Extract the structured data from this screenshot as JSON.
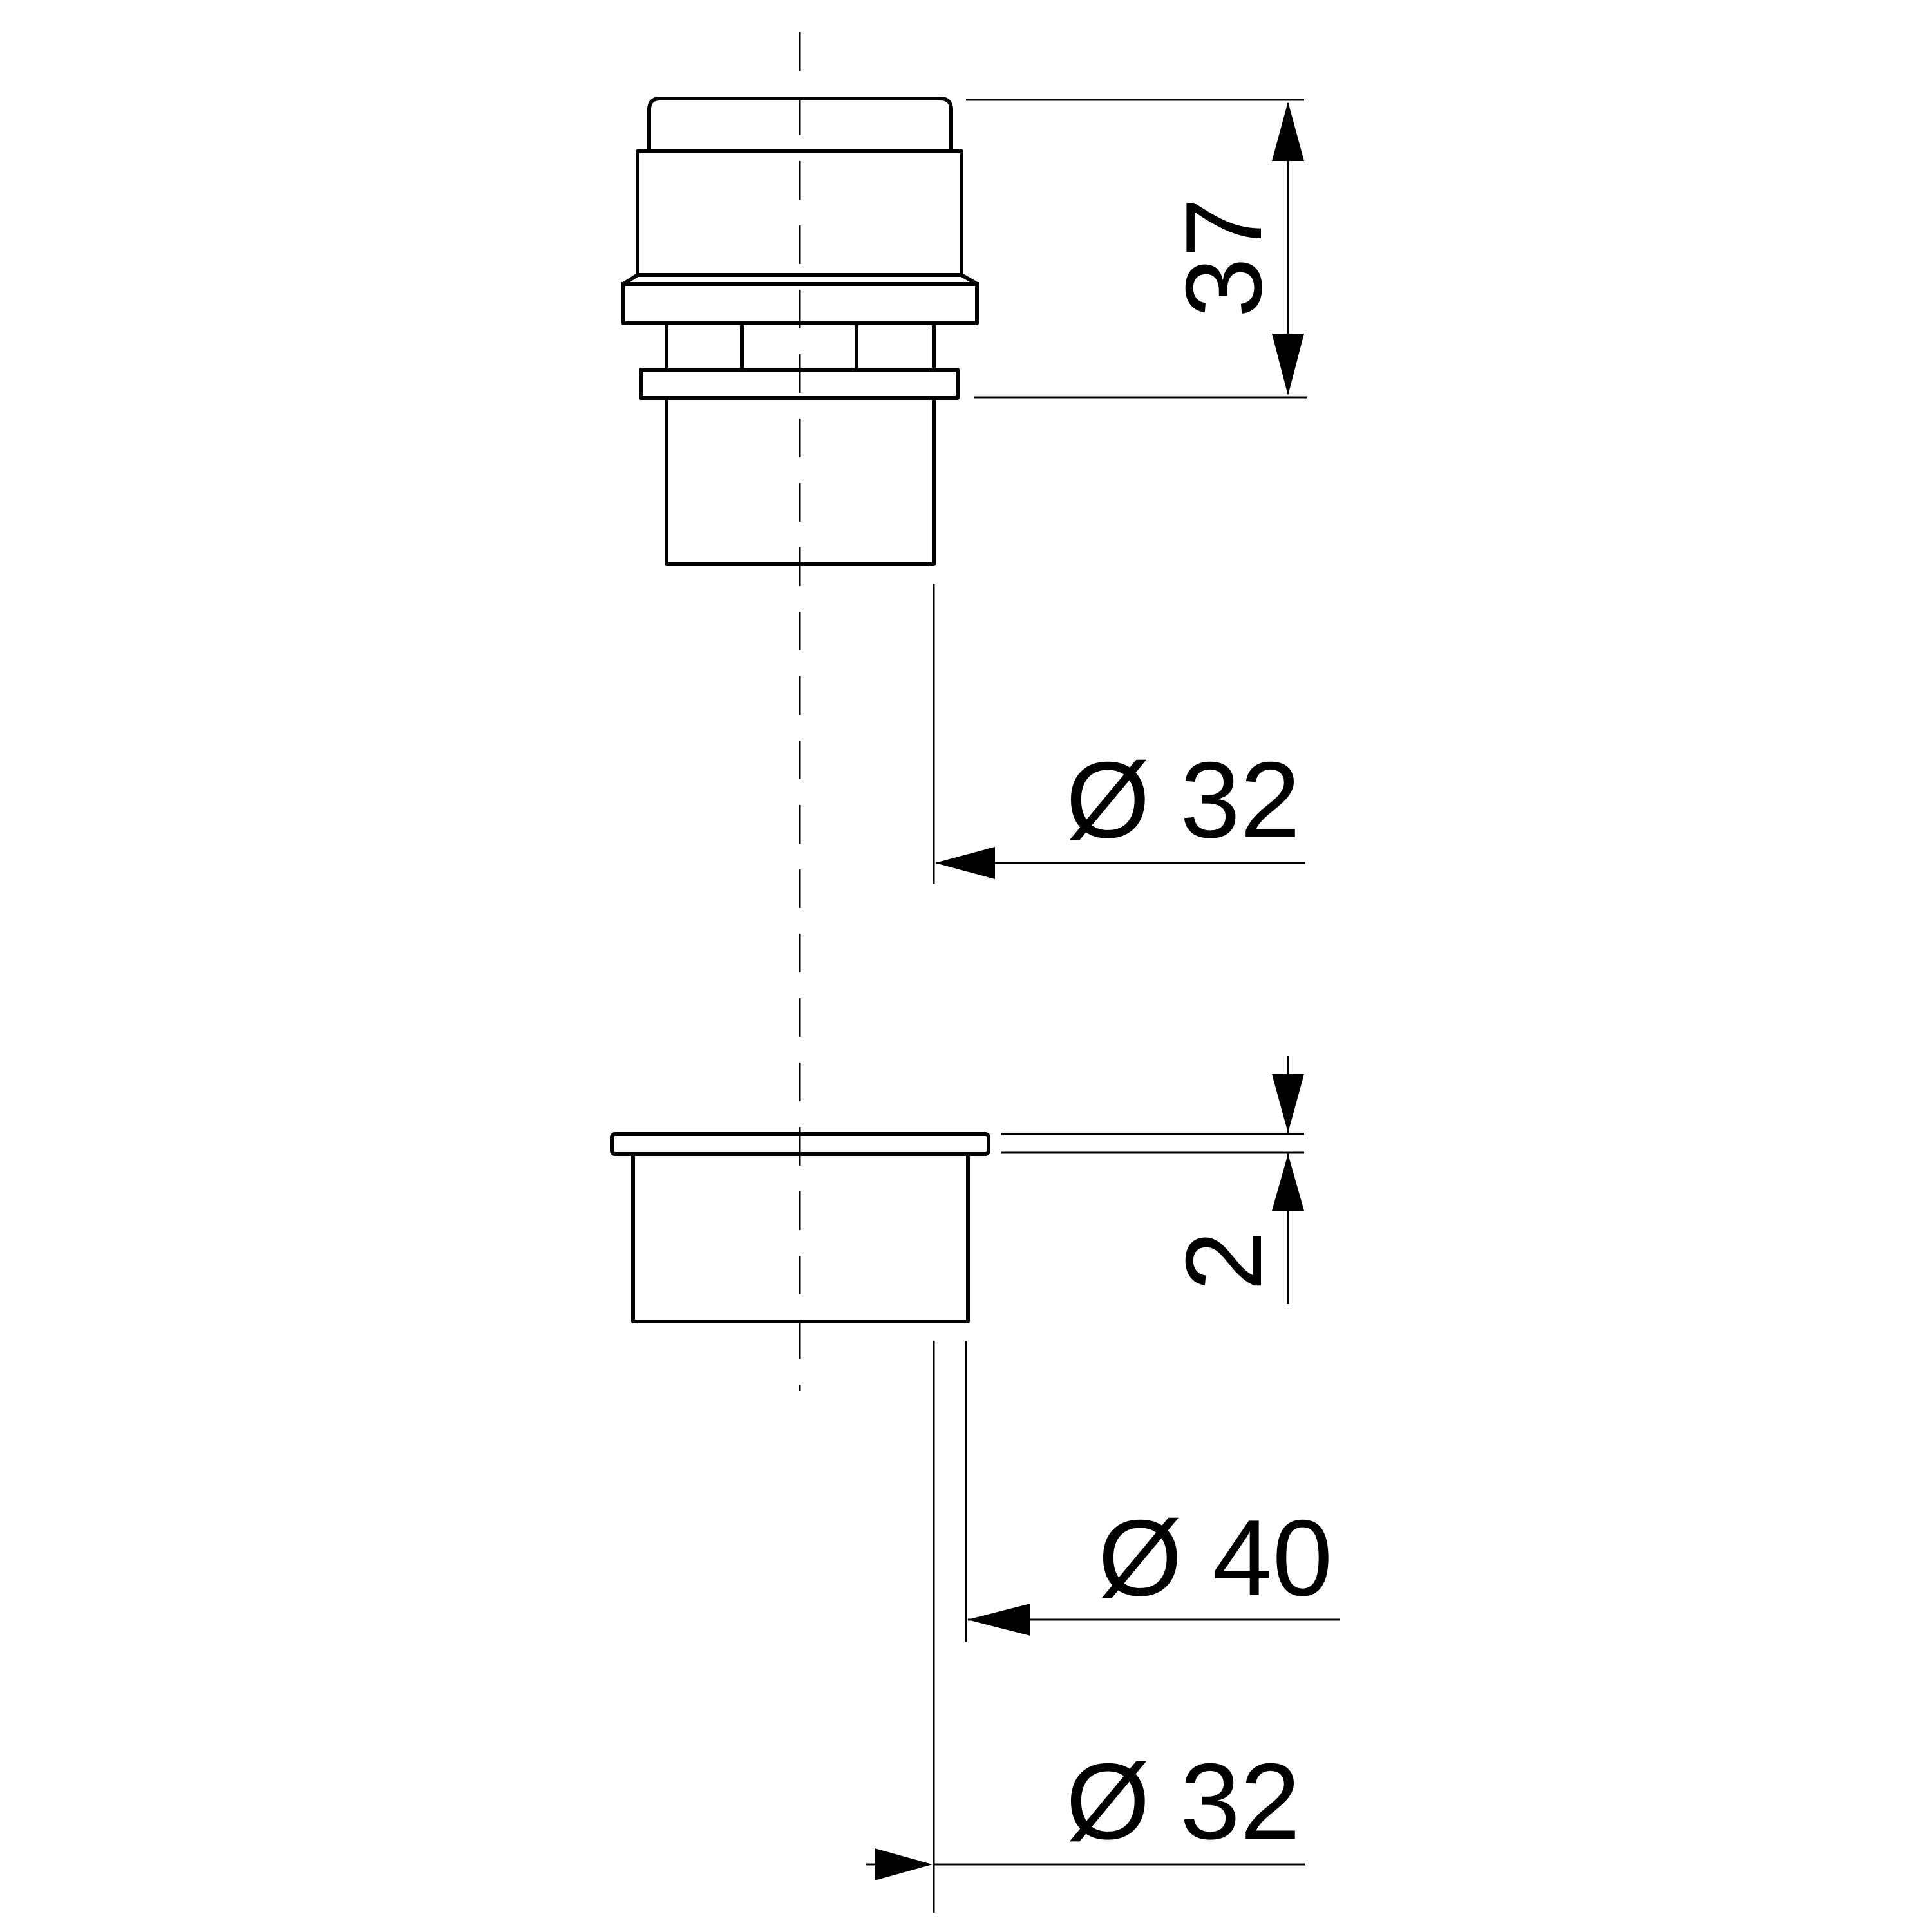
{
  "drawing": {
    "ink_color": "#000000",
    "background_color": "#ffffff"
  },
  "dimensions": {
    "upper_height": "37",
    "upper_outlet_diameter": "Ø 32",
    "lower_flange_thickness": "2",
    "lower_outer_diameter": "Ø 40",
    "lower_inner_diameter": "Ø 32"
  }
}
